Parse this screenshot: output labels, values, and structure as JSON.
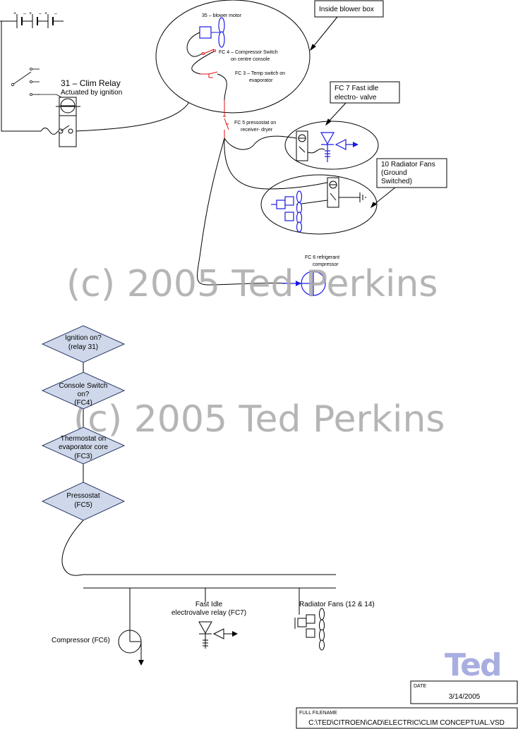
{
  "watermark": "(c) 2005 Ted Perkins",
  "battery_signs": [
    "+",
    "–",
    "+",
    "–",
    "+",
    "–"
  ],
  "callouts": {
    "blower_box": "Inside blower box",
    "fast_idle_line1": "FC 7 Fast idle",
    "fast_idle_line2": "electro- valve",
    "radiator_line1": "10 Radiator Fans",
    "radiator_line2": "(Ground",
    "radiator_line3": "Switched)"
  },
  "relay": {
    "title": "31 – Clim Relay",
    "subtitle": "Actuated by ignition"
  },
  "components": {
    "blower_motor": "35 – blower motor",
    "fc4_line1": "FC 4 – Compressor Switch",
    "fc4_line2": "on centre console",
    "fc3_line1": "FC 3 – Temp switch on",
    "fc3_line2": "evaporator",
    "fc5_line1": "FC 5 pressostat on",
    "fc5_line2": "receiver- dryer",
    "fc6_line1": "FC 6 refrigerant",
    "fc6_line2": "compressor"
  },
  "flowchart": {
    "d1_line1": "Ignition on?",
    "d1_line2": "(relay 31)",
    "d2_line1": "Console Switch",
    "d2_line2": "on?",
    "d2_line3": "(FC4)",
    "d3_line1": "Thermostat on",
    "d3_line2": "evaporator core",
    "d3_line3": "(FC3)",
    "d4_line1": "Pressostat",
    "d4_line2": "(FC5)"
  },
  "outputs": {
    "compressor": "Compressor (FC6)",
    "fast_idle_line1": "Fast Idle",
    "fast_idle_line2": "electrovalve relay (FC7)",
    "radiator_fans": "Radiator Fans (12 & 14)"
  },
  "title_block": {
    "logo": "Ted",
    "date_label": "DATE",
    "date_value": "3/14/2005",
    "filename_label": "FULL FILENAME",
    "filename_value": "C:\\TED\\CITROEN\\CAD\\ELECTRIC\\CLIM CONCEPTUAL.VSD"
  },
  "colors": {
    "wire": "#000000",
    "component_blue": "#1a1ae6",
    "switch_red": "#e01010",
    "decision_fill": "#cfd8ea",
    "decision_stroke": "#2b3a66",
    "logo_fill": "#a9aee0",
    "watermark": "#a9a9a9"
  }
}
